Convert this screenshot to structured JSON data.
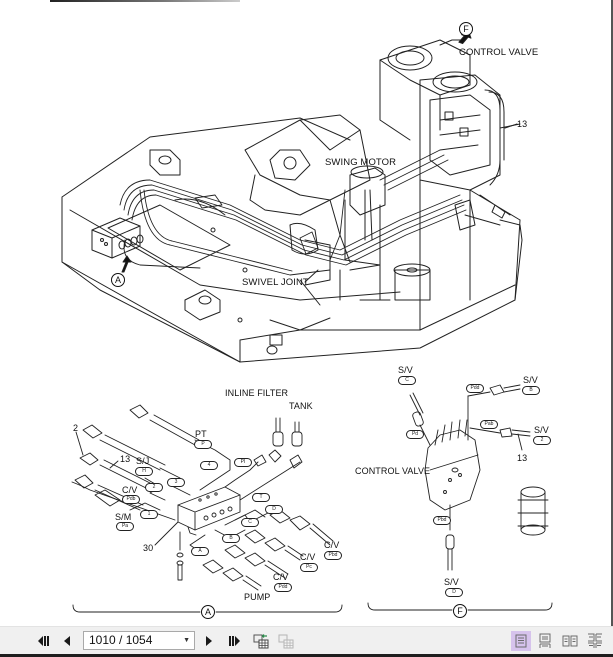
{
  "viewer": {
    "page_indicator": "1010 / 1054",
    "toolbar": {
      "first_page": "first-page",
      "prev_page": "previous-page",
      "next_page": "next-page",
      "last_page": "last-page",
      "export_icon_1": "table-export",
      "export_icon_2": "table-import-disabled",
      "view_modes": [
        "single-page",
        "continuous",
        "two-page",
        "two-page-continuous"
      ],
      "active_view_mode": "single-page"
    },
    "colors": {
      "toolbar_bg": "#f0f0f0",
      "active_view_bg": "#d6c3ec",
      "icon_dark": "#1a1a1a",
      "icon_gray": "#6b6b6b"
    }
  },
  "diagram": {
    "main_view": {
      "callout_f_letter": "F",
      "control_valve": "CONTROL VALVE",
      "swing_motor": "SWING MOTOR",
      "swivel_joint": "SWIVEL JOINT",
      "callout_a_letter": "A",
      "item_13": "13"
    },
    "detail_a": {
      "title_letter": "A",
      "inline_filter": "INLINE FILTER",
      "tank": "TANK",
      "pt": "PT",
      "pt_port": "P",
      "pi_port": "PI",
      "item_2": "2",
      "item_13": "13",
      "sj": "S/J",
      "sj_port": "H",
      "cv_left": "C/V",
      "cv_left_port": "Pdb",
      "sm": "S/M",
      "sm_port": "Pa",
      "port_1": "1",
      "port_2": "2",
      "port_3": "3",
      "port_4": "4",
      "port_t": "T",
      "port_a": "A",
      "port_b": "B",
      "port_c": "C",
      "port_d": "D",
      "item_30": "30",
      "cv_1": "C/V",
      "cv_1_port": "Pbd",
      "cv_2": "C/V",
      "cv_2_port": "Pc",
      "cv_3": "C/V",
      "cv_3_port": "Pdd",
      "pump": "PUMP"
    },
    "detail_f": {
      "title_letter": "F",
      "sv_top": "S/V",
      "sv_top_port": "C",
      "sv_right_1": "S/V",
      "sv_right_1_port": "B",
      "sv_right_2": "S/V",
      "sv_right_2_port": "2",
      "sv_bottom": "S/V",
      "sv_bottom_port": "D",
      "port_pdd": "Pdd",
      "port_pab": "Pab",
      "port_pd": "Pd",
      "port_pbd": "Pbd",
      "control_valve": "CONTROL VALVE",
      "item_13": "13"
    }
  }
}
